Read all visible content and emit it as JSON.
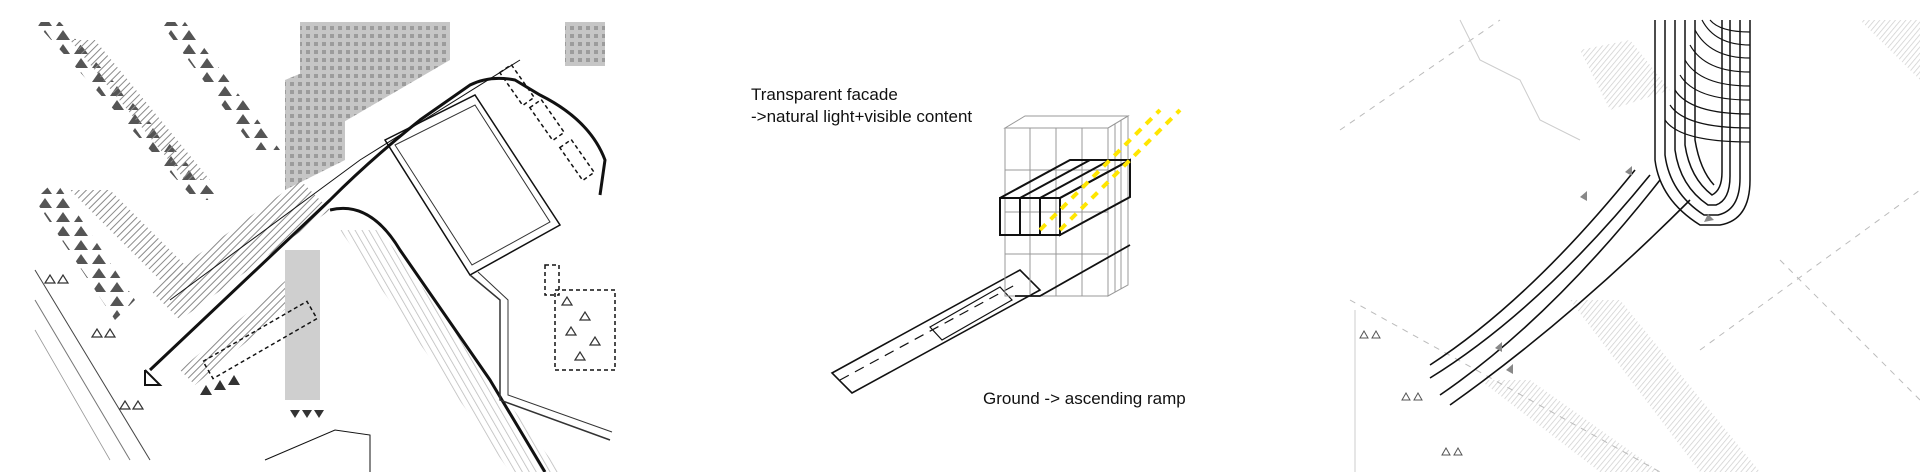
{
  "panels": {
    "site_plan": {
      "name": "site-plan"
    },
    "axonometric": {
      "annotation_facade_line1": "Transparent facade",
      "annotation_facade_line2": "->natural light+visible content",
      "annotation_ramp": "Ground -> ascending ramp"
    },
    "ramp_plan": {
      "name": "ramp-plan"
    }
  },
  "colors": {
    "line": "#111111",
    "hatch_gray": "#9a9a9a",
    "light_gray": "#d8d8d8",
    "highlight_yellow": "#ffe600"
  },
  "icons": [
    "tree-triangle-icon",
    "direction-arrow-icon"
  ]
}
